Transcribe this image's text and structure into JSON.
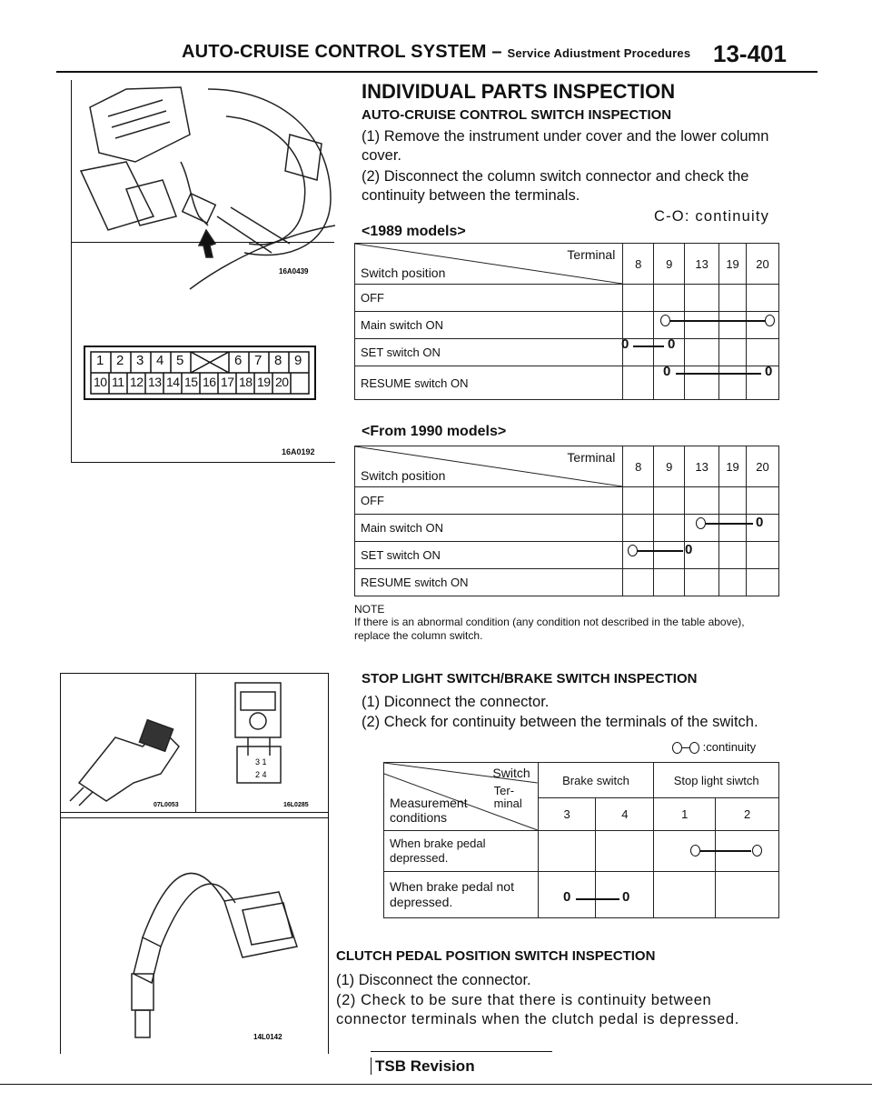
{
  "header": {
    "title": "AUTO-CRUISE CONTROL SYSTEM",
    "dash": "–",
    "subtitle": "Service Adiustment Procedures",
    "page": "13-401"
  },
  "figures": {
    "top_fig_code": "16A0439",
    "connector_fig_code": "16A0192",
    "connector_top_row": [
      "1",
      "2",
      "3",
      "4",
      "5",
      "6",
      "7",
      "8",
      "9"
    ],
    "connector_bottom_row": [
      "10",
      "11",
      "12",
      "13",
      "14",
      "15",
      "16",
      "17",
      "18",
      "19",
      "20"
    ],
    "meter_fig_left_code": "07L0053",
    "meter_fig_right_code": "16L0285",
    "meter_terminals": [
      "3",
      "1",
      "2",
      "4"
    ],
    "bottom_fig_code": "14L0142"
  },
  "section": {
    "title": "INDIVIDUAL PARTS INSPECTION",
    "acc": {
      "title": "AUTO-CRUISE CONTROL SWITCH INSPECTION",
      "step1": "(1) Remove the instrument under cover and the lower column cover.",
      "step2": "(2) Disconnect the column switch connector and check the continuity between the terminals.",
      "legend": "C-O: continuity",
      "t1_caption": "<1989 models>",
      "t2_caption": "<From 1990 models>",
      "header_terminal": "Terminal",
      "header_switch_pos": "Switch position",
      "terminals": [
        "8",
        "9",
        "13",
        "19",
        "20"
      ],
      "rows": [
        "OFF",
        "Main switch ON",
        "SET switch ON",
        "RESUME switch ON"
      ],
      "mark_o": "0",
      "note_label": "NOTE",
      "note_text": "If there is an abnormal condition (any condition not described in the table above), replace the column switch."
    },
    "stop": {
      "title": "STOP LIGHT SWITCH/BRAKE SWITCH INSPECTION",
      "step1": "(1) Diconnect the connector.",
      "step2": "(2) Check for continuity between the terminals of the switch.",
      "legend": ":continuity",
      "h_switch": "Switch",
      "h_brake": "Brake switch",
      "h_stop": "Stop light siwtch",
      "h_meas": "Measurement conditions",
      "h_ter": "Ter- minal",
      "terminals": [
        "3",
        "4",
        "1",
        "2"
      ],
      "row1": "When brake pedal depressed.",
      "row2": "When brake pedal not depressed.",
      "mark_o": "0"
    },
    "clutch": {
      "title": "CLUTCH PEDAL POSITION SWITCH INSPECTION",
      "step1": "(1) Disconnect the connector.",
      "step2": "(2) Check to be sure that there is continuity between connector terminals when the clutch pedal is depressed."
    }
  },
  "footer": {
    "tsb": "TSB Revision"
  }
}
